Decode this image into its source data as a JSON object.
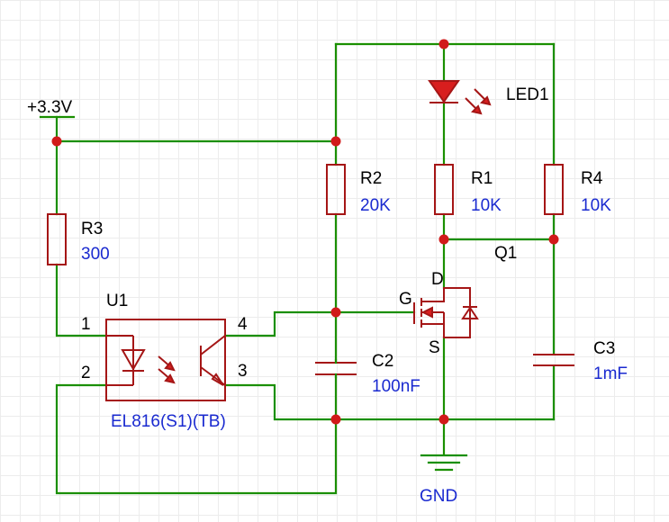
{
  "colors": {
    "wire": "#1a8f00",
    "component": "#a51616",
    "junction": "#d11a1a",
    "designator_text": "#000000",
    "value_text": "#1a2ad0"
  },
  "power": {
    "supply": "+3.3V",
    "ground": "GND"
  },
  "components": {
    "r1": {
      "designator": "R1",
      "value": "10K"
    },
    "r2": {
      "designator": "R2",
      "value": "20K"
    },
    "r3": {
      "designator": "R3",
      "value": "300"
    },
    "r4": {
      "designator": "R4",
      "value": "10K"
    },
    "c2": {
      "designator": "C2",
      "value": "100nF"
    },
    "c3": {
      "designator": "C3",
      "value": "1mF"
    },
    "led1": {
      "designator": "LED1"
    },
    "q1": {
      "designator": "Q1",
      "gate": "G",
      "drain": "D",
      "source": "S"
    },
    "u1": {
      "designator": "U1",
      "part": "EL816(S1)(TB)",
      "pin1": "1",
      "pin2": "2",
      "pin3": "3",
      "pin4": "4"
    }
  },
  "icons": [
    "resistor-icon",
    "capacitor-icon",
    "led-icon",
    "mosfet-icon",
    "optocoupler-icon",
    "ground-icon",
    "power-flag-icon"
  ]
}
